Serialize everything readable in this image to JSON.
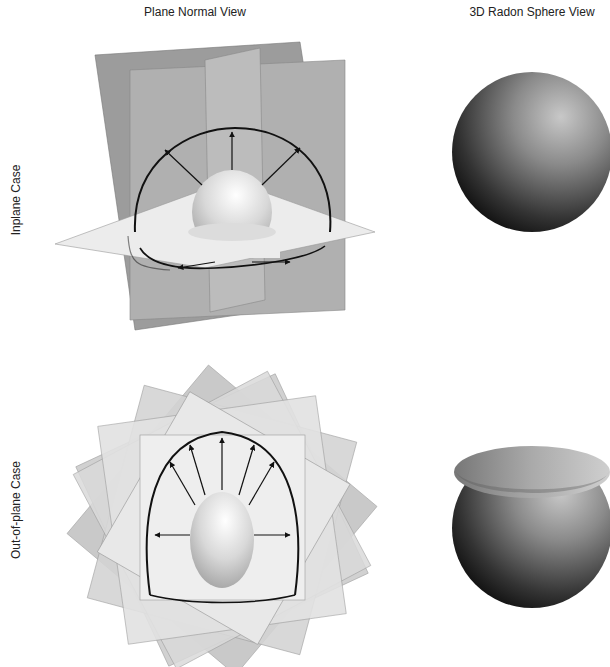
{
  "diagram": {
    "labels": [
      "Plane Normal View",
      "3D Radon Sphere View",
      "Inplane Case",
      "Out-of-plane Case"
    ]
  }
}
